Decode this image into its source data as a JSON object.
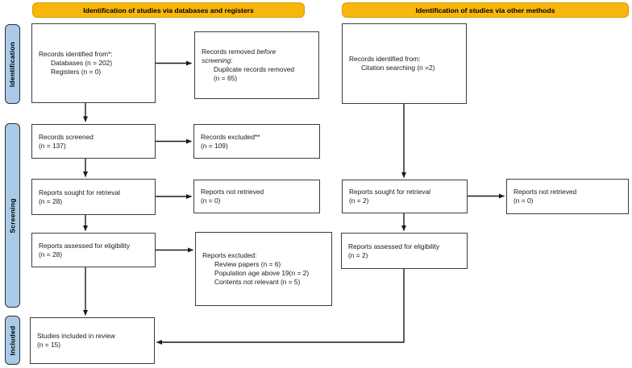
{
  "colors": {
    "header_bg": "#F8B70D",
    "header_border": "#D79B00",
    "sidebar_bg": "#A9CBE9",
    "sidebar_border": "#2F2F2F",
    "box_border": "#3D3D3D",
    "arrow": "#1A1A1A",
    "text": "#1A1A1A"
  },
  "headers": {
    "left": "Identification of studies via databases and registers",
    "right": "Identification of studies via other methods"
  },
  "sidebar": {
    "identification": "Identification",
    "screening": "Screening",
    "included": "Included"
  },
  "boxes": {
    "records_identified": {
      "l1": "Records identified from*:",
      "l2": "Databases (n = 202)",
      "l3": "Registers (n = 0)"
    },
    "records_removed": {
      "l1a": "Records removed ",
      "l1b": "before",
      "l2a": "screening",
      "l2b": ":",
      "l3": "Duplicate records removed",
      "l4": "(n = 65)"
    },
    "records_screened": {
      "l1": "Records screened",
      "l2": "(n = 137)"
    },
    "records_excluded": {
      "l1": "Records excluded**",
      "l2": "(n = 109)"
    },
    "reports_sought_db": {
      "l1": "Reports sought for retrieval",
      "l2": "(n = 28)"
    },
    "reports_not_retrieved_db": {
      "l1": "Reports not retrieved",
      "l2": "(n = 0)"
    },
    "reports_assessed_db": {
      "l1": "Reports assessed for eligibility",
      "l2": "(n = 28)"
    },
    "reports_excluded": {
      "l1": "Reports excluded:",
      "l2": "Review papers (n = 6)",
      "l3": "Population age above 19(n = 2)",
      "l4": "Contents not relevant (n = 5)"
    },
    "records_identified_other": {
      "l1": "Records identified from:",
      "l2": "Citation searching (n =2)"
    },
    "reports_sought_other": {
      "l1": "Reports sought for retrieval",
      "l2": "(n = 2)"
    },
    "reports_not_retrieved_other": {
      "l1": "Reports not retrieved",
      "l2": "(n = 0)"
    },
    "reports_assessed_other": {
      "l1": "Reports assessed for eligibility",
      "l2": "(n = 2)"
    },
    "studies_included": {
      "l1": "Studies included in review",
      "l2": "(n = 15)"
    }
  }
}
